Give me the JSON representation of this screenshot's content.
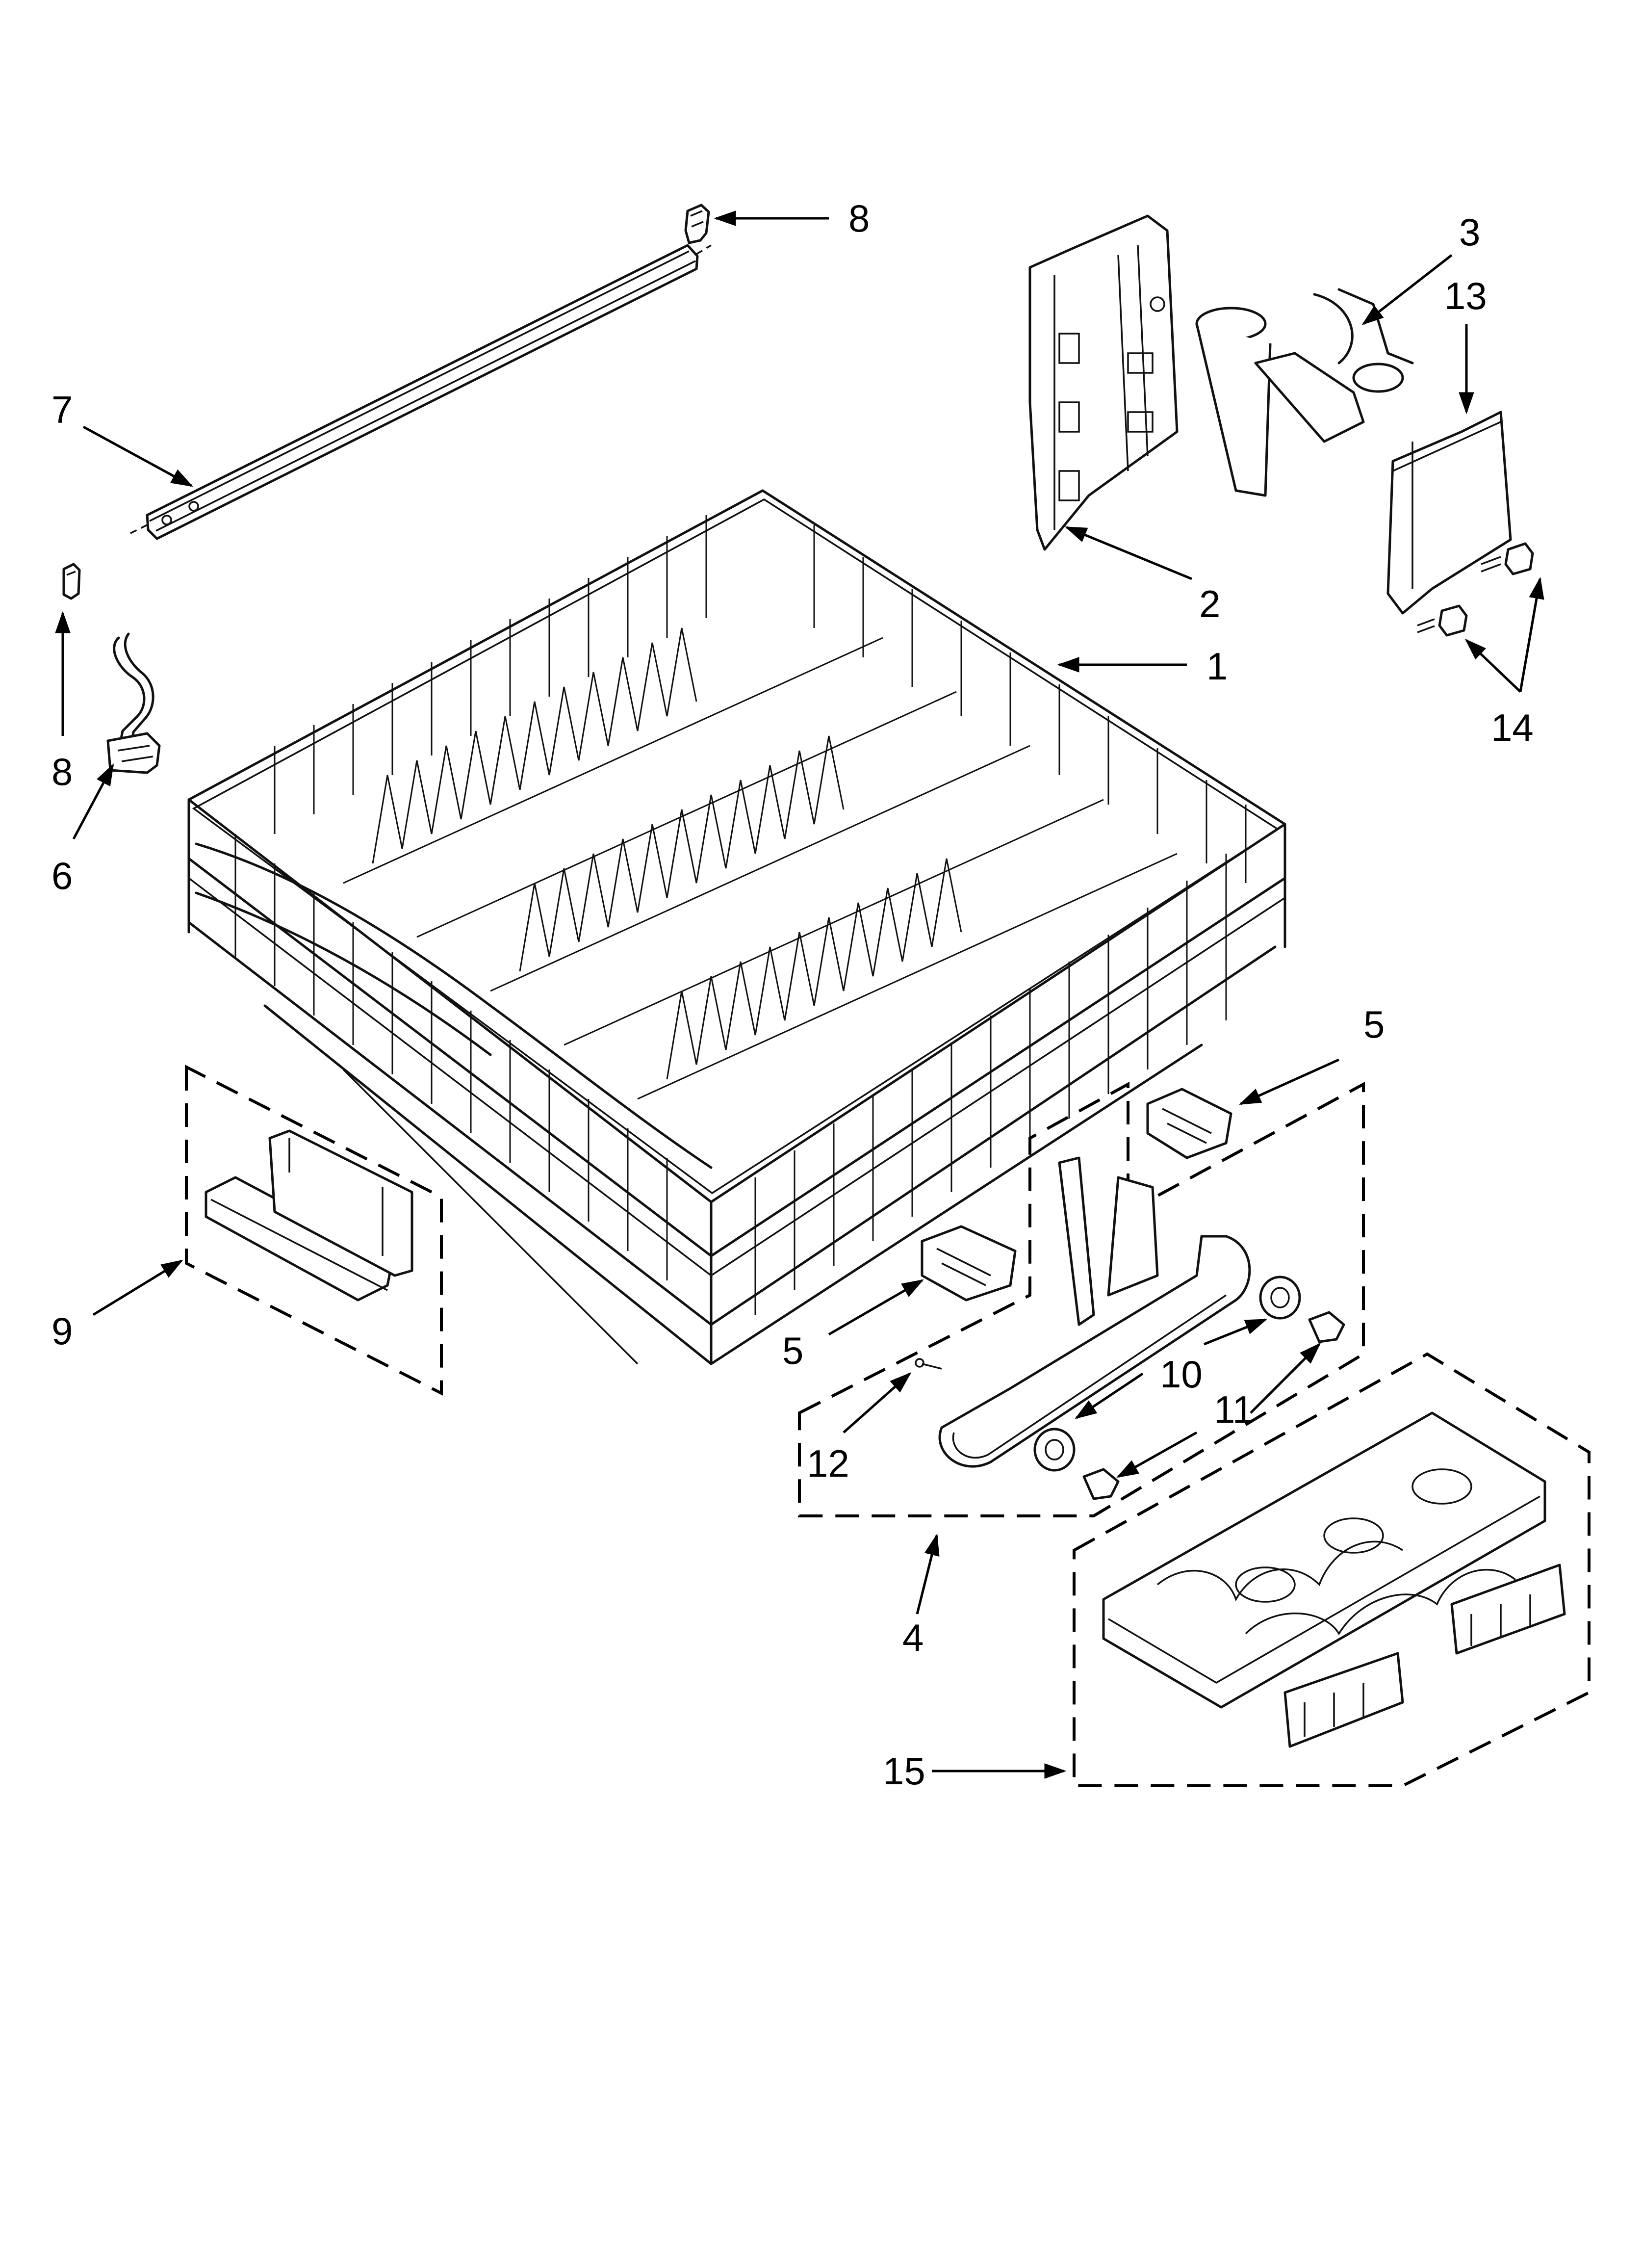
{
  "diagram": {
    "callouts": [
      {
        "id": "c1",
        "label": "1"
      },
      {
        "id": "c2",
        "label": "2"
      },
      {
        "id": "c3",
        "label": "3"
      },
      {
        "id": "c13",
        "label": "13"
      },
      {
        "id": "c14",
        "label": "14"
      },
      {
        "id": "c8a",
        "label": "8"
      },
      {
        "id": "c7",
        "label": "7"
      },
      {
        "id": "c8b",
        "label": "8"
      },
      {
        "id": "c6",
        "label": "6"
      },
      {
        "id": "c5a",
        "label": "5"
      },
      {
        "id": "c5b",
        "label": "5"
      },
      {
        "id": "c9",
        "label": "9"
      },
      {
        "id": "c10",
        "label": "10"
      },
      {
        "id": "c11",
        "label": "11"
      },
      {
        "id": "c12",
        "label": "12"
      },
      {
        "id": "c4",
        "label": "4"
      },
      {
        "id": "c15",
        "label": "15"
      }
    ]
  },
  "colors": {
    "line": "#111111",
    "background": "#ffffff"
  }
}
